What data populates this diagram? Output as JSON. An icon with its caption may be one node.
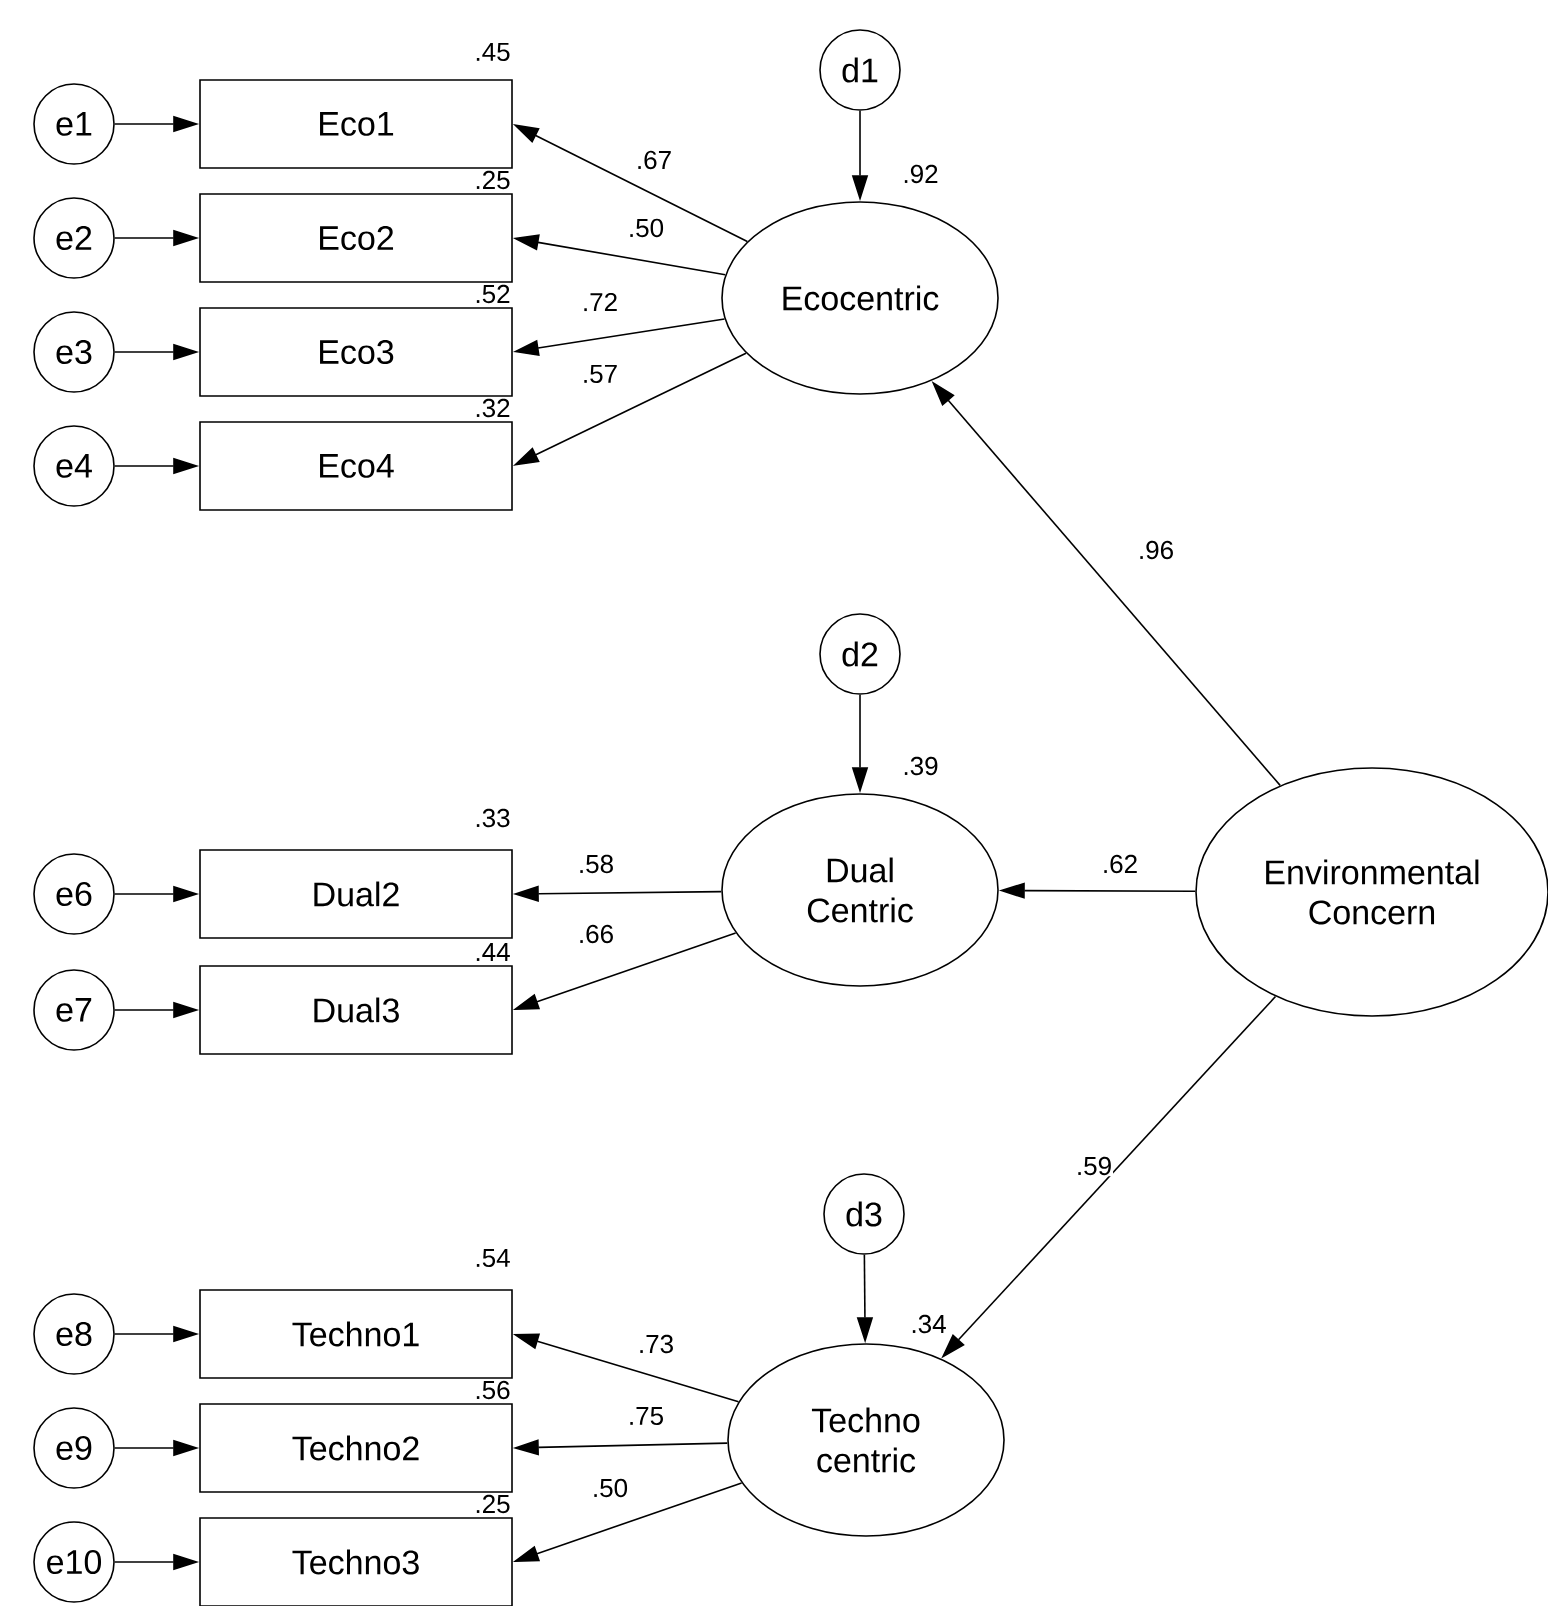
{
  "diagram": {
    "nodes": [
      {
        "text": [
          "e1"
        ]
      },
      {
        "text": [
          "Eco1"
        ],
        "beside": [
          ".45"
        ]
      },
      {
        "text": [
          "d1"
        ]
      },
      {
        "text": [
          "Ecocentric"
        ],
        "beside": [
          ".92"
        ]
      },
      {
        "text": [
          "e2"
        ]
      },
      {
        "text": [
          "Eco2"
        ],
        "beside": [
          ".25"
        ]
      },
      {
        "text": [
          "e3"
        ]
      },
      {
        "text": [
          "Eco3"
        ],
        "beside": [
          ".52"
        ]
      },
      {
        "text": [
          "e4"
        ]
      },
      {
        "text": [
          "Eco4"
        ],
        "beside": [
          ".32"
        ]
      },
      {
        "text": [
          "d2"
        ]
      },
      {
        "text": [
          "Dual Centric"
        ],
        "beside": [
          ".39"
        ]
      },
      {
        "text": [
          "Environmental Concern"
        ]
      },
      {
        "text": [
          "e6"
        ]
      },
      {
        "text": [
          "Dual2"
        ],
        "beside": [
          ".33"
        ]
      },
      {
        "text": [
          "e7"
        ]
      },
      {
        "text": [
          "Dual3"
        ],
        "beside": [
          ".44"
        ]
      },
      {
        "text": [
          "d3"
        ]
      },
      {
        "text": [
          "Techno centric"
        ],
        "beside": [
          ".34"
        ]
      },
      {
        "text": [
          "e8"
        ]
      },
      {
        "text": [
          "Techno1"
        ],
        "beside": [
          ".54"
        ]
      },
      {
        "text": [
          "e9"
        ]
      },
      {
        "text": [
          "Techno2"
        ],
        "beside": [
          ".56"
        ]
      },
      {
        "text": [
          "e10"
        ]
      },
      {
        "text": [
          "Techno3"
        ],
        "beside": [
          ".25"
        ]
      }
    ],
    "edges": [
      {
        "from": 0,
        "to": 1,
        "arrow": "to"
      },
      {
        "from": 4,
        "to": 5,
        "arrow": "to"
      },
      {
        "from": 6,
        "to": 7,
        "arrow": "to"
      },
      {
        "from": 8,
        "to": 9,
        "arrow": "to"
      },
      {
        "from": 2,
        "to": 3,
        "arrow": "to"
      },
      {
        "from": 3,
        "to": 1,
        "arrow": "to",
        "label": ".67"
      },
      {
        "from": 3,
        "to": 5,
        "arrow": "to",
        "label": ".50"
      },
      {
        "from": 3,
        "to": 7,
        "arrow": "to",
        "label": ".72"
      },
      {
        "from": 3,
        "to": 9,
        "arrow": "to",
        "label": ".57"
      },
      {
        "from": 12,
        "to": 3,
        "arrow": "to",
        "label": ".96"
      },
      {
        "from": 10,
        "to": 11,
        "arrow": "to"
      },
      {
        "from": 12,
        "to": 11,
        "arrow": "to",
        "label": ".62"
      },
      {
        "from": 11,
        "to": 14,
        "arrow": "to",
        "label": ".58"
      },
      {
        "from": 11,
        "to": 16,
        "arrow": "to",
        "label": ".66"
      },
      {
        "from": 13,
        "to": 14,
        "arrow": "to"
      },
      {
        "from": 15,
        "to": 16,
        "arrow": "to"
      },
      {
        "from": 12,
        "to": 18,
        "arrow": "to",
        "label": ".59"
      },
      {
        "from": 17,
        "to": 18,
        "arrow": "to"
      },
      {
        "from": 18,
        "to": 20,
        "arrow": "to",
        "label": ".73"
      },
      {
        "from": 18,
        "to": 22,
        "arrow": "to",
        "label": ".75"
      },
      {
        "from": 18,
        "to": 24,
        "arrow": "to",
        "label": ".50"
      },
      {
        "from": 19,
        "to": 20,
        "arrow": "to"
      },
      {
        "from": 21,
        "to": 22,
        "arrow": "to"
      },
      {
        "from": 23,
        "to": 24,
        "arrow": "to"
      }
    ]
  }
}
